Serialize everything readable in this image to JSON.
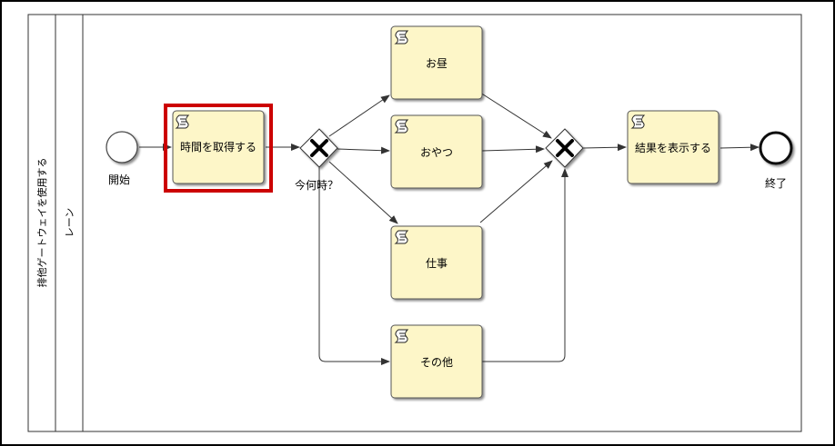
{
  "pool": {
    "label": "排他ゲートウェイを使用する"
  },
  "lane": {
    "label": "レーン"
  },
  "start_event": {
    "label": "開始"
  },
  "end_event": {
    "label": "終了"
  },
  "tasks": [
    {
      "id": "get-time",
      "label": "時間を取得する",
      "type": "script",
      "selected": true
    },
    {
      "id": "lunch",
      "label": "お昼",
      "type": "script"
    },
    {
      "id": "snack",
      "label": "おやつ",
      "type": "script"
    },
    {
      "id": "work",
      "label": "仕事",
      "type": "script"
    },
    {
      "id": "other",
      "label": "その他",
      "type": "script"
    },
    {
      "id": "show-result",
      "label": "結果を表示する",
      "type": "script"
    }
  ],
  "gateways": [
    {
      "id": "split",
      "label": "今何時？",
      "type": "exclusive"
    },
    {
      "id": "merge",
      "label": "",
      "type": "exclusive"
    }
  ],
  "colors": {
    "task_fill": "#fdf6c8",
    "selection": "#cc0000"
  }
}
